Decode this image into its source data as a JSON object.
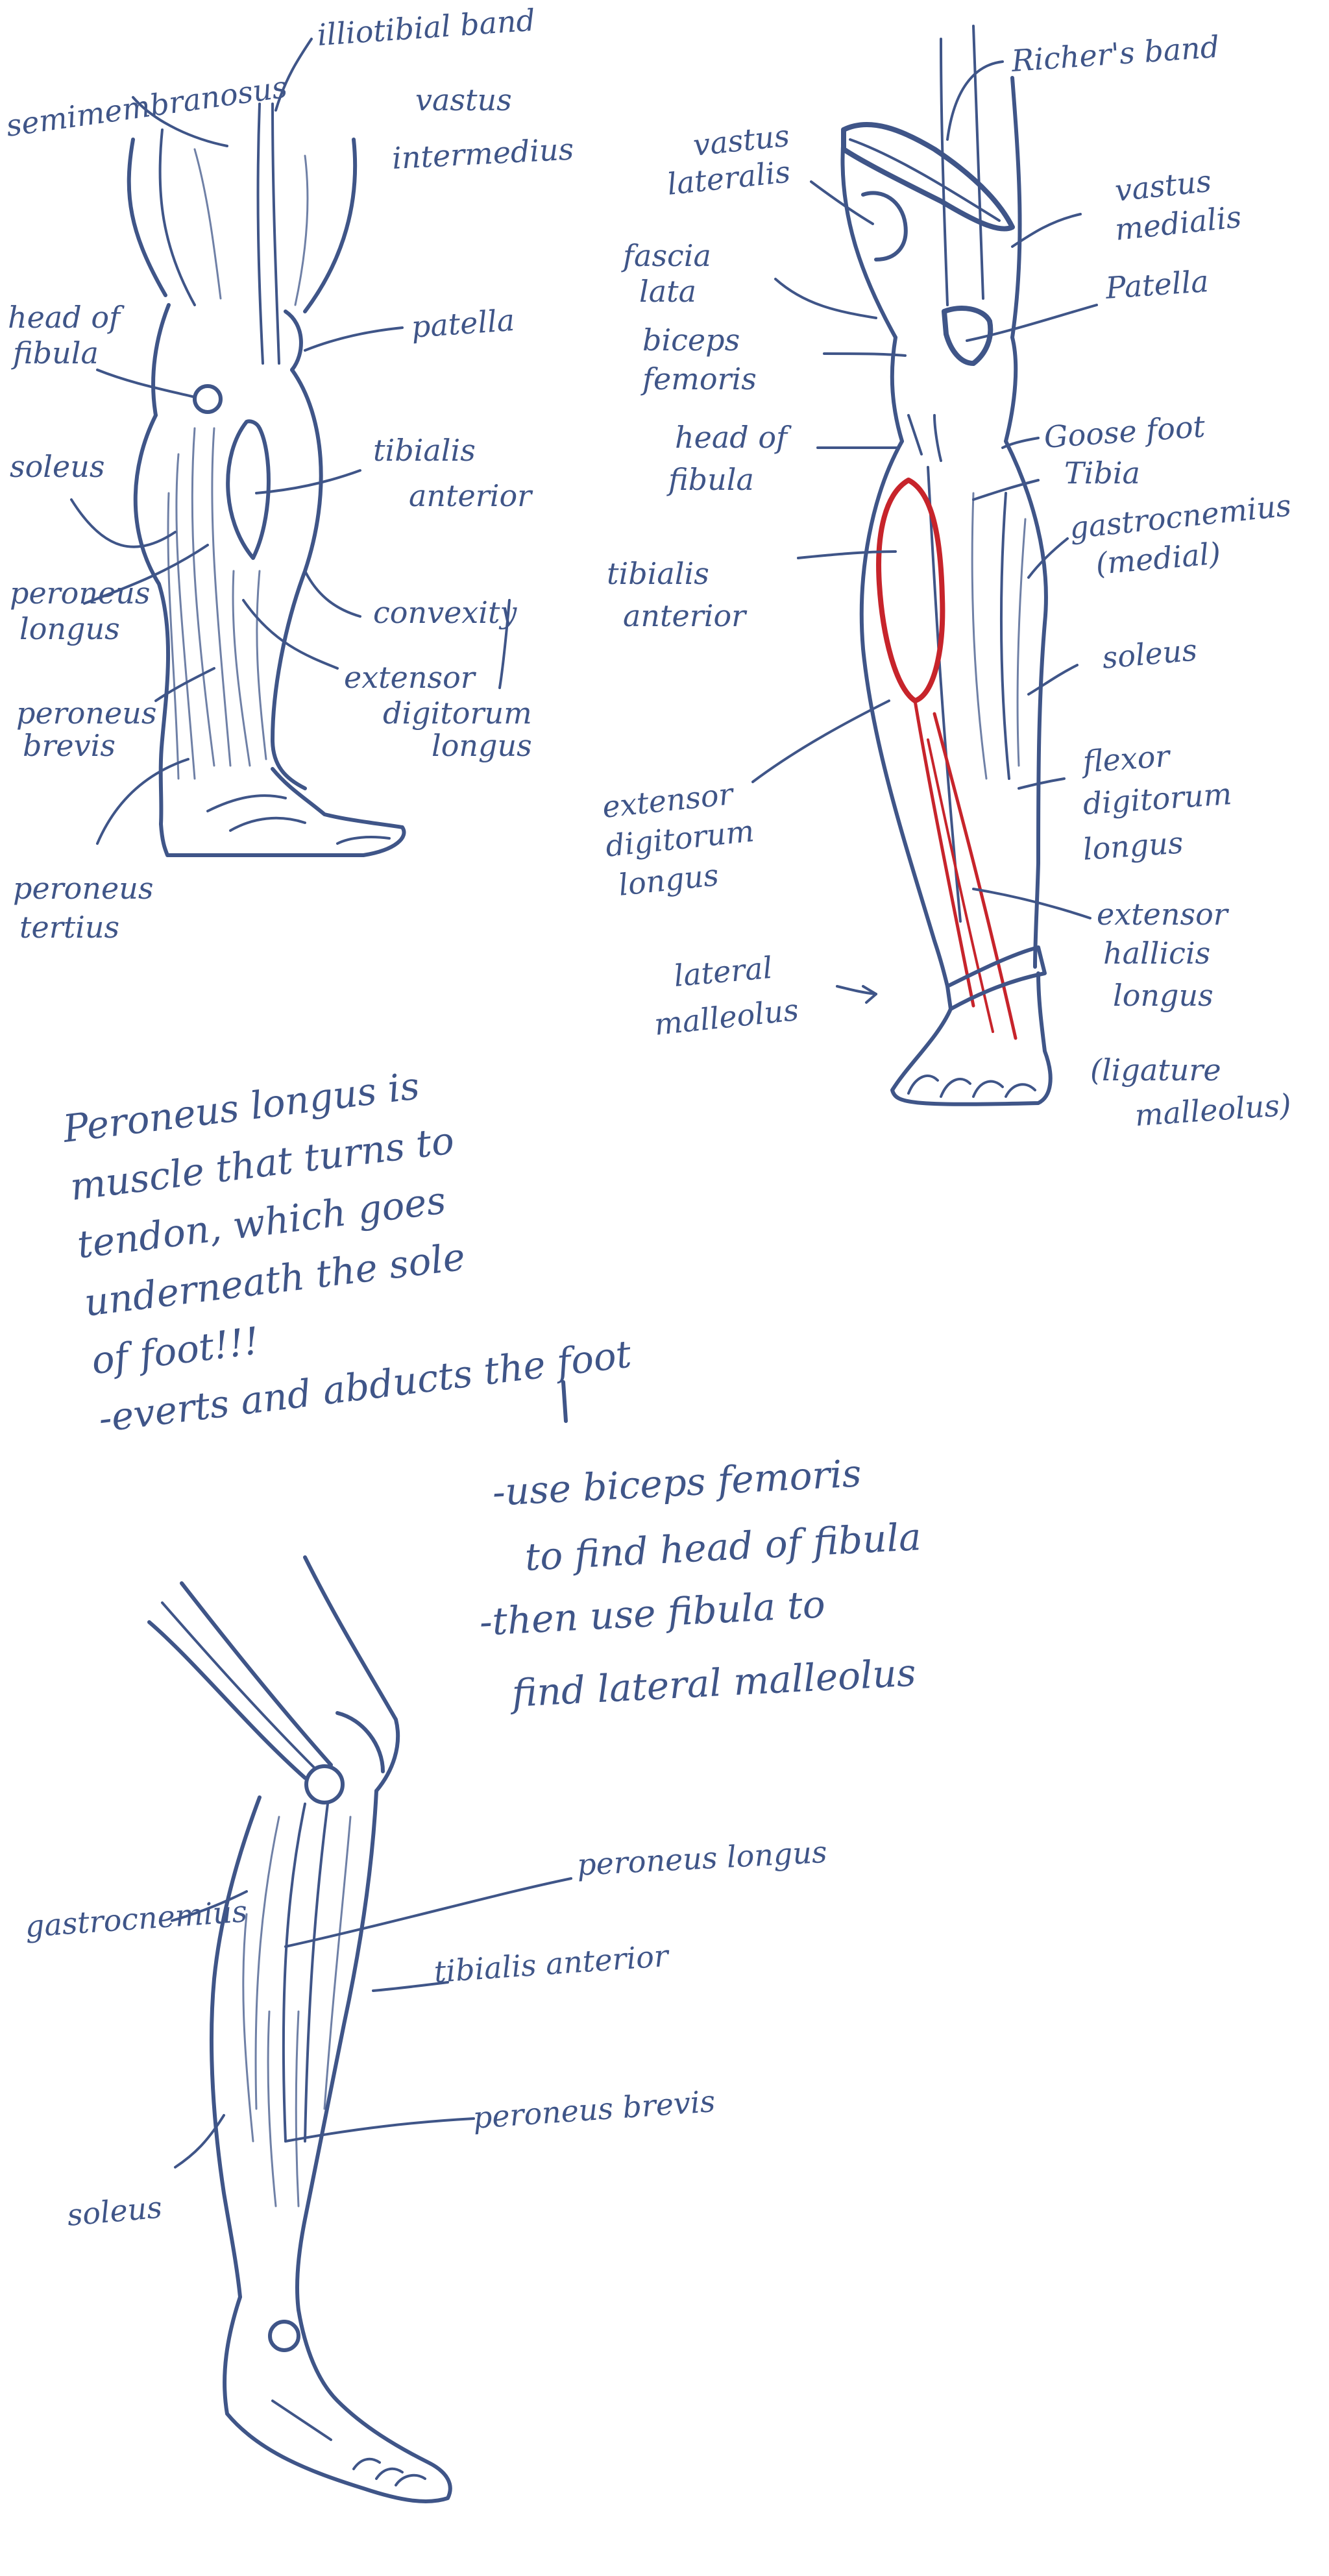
{
  "colors": {
    "ink": "#3f5588",
    "highlight": "#c7242b",
    "paper": "#ffffff"
  },
  "front_view": {
    "labels": {
      "semimembranosus": "semimembranosus",
      "iliotibial_band": "illiotibial band",
      "vastus_intermedius_1": "vastus",
      "vastus_intermedius_2": "intermedius",
      "head_of_fibula_1": "head of",
      "head_of_fibula_2": "fibula",
      "patella": "patella",
      "soleus": "soleus",
      "tibialis_anterior_1": "tibialis",
      "tibialis_anterior_2": "anterior",
      "peroneus_longus_1": "peroneus",
      "peroneus_longus_2": "longus",
      "convexity": "convexity",
      "extensor_digitorum_1": "extensor",
      "extensor_digitorum_2": "digitorum",
      "extensor_digitorum_3": "longus",
      "peroneus_brevis_1": "peroneus",
      "peroneus_brevis_2": "brevis",
      "peroneus_tertius_1": "peroneus",
      "peroneus_tertius_2": "tertius"
    }
  },
  "side_view": {
    "labels": {
      "richers_band": "Richer's band",
      "vastus_lateralis_1": "vastus",
      "vastus_lateralis_2": "lateralis",
      "vastus_medialis_1": "vastus",
      "vastus_medialis_2": "medialis",
      "fascia_lata_1": "fascia",
      "fascia_lata_2": "lata",
      "patella": "Patella",
      "biceps_femoris_1": "biceps",
      "biceps_femoris_2": "femoris",
      "head_of_fibula_1": "head of",
      "head_of_fibula_2": "fibula",
      "goose_foot": "Goose foot",
      "tibia": "Tibia",
      "gastrocnemius_1": "gastrocnemius",
      "gastrocnemius_2": "(medial)",
      "tibialis_anterior_1": "tibialis",
      "tibialis_anterior_2": "anterior",
      "soleus": "soleus",
      "extensor_digitorum_1": "extensor",
      "extensor_digitorum_2": "digitorum",
      "extensor_digitorum_3": "longus",
      "flexor_digitorum_1": "flexor",
      "flexor_digitorum_2": "digitorum",
      "flexor_digitorum_3": "longus",
      "extensor_hallucis_1": "extensor",
      "extensor_hallucis_2": "hallicis",
      "extensor_hallucis_3": "longus",
      "ligature_1": "(ligature",
      "ligature_2": "malleolus)",
      "lateral_malleolus_1": "lateral",
      "lateral_malleolus_2": "malleolus"
    }
  },
  "notes": {
    "peroneus_note": [
      "Peroneus longus is",
      "muscle that turns to",
      "tendon, which goes",
      "underneath the sole",
      "of foot!!!",
      "-everts and abducts the foot"
    ],
    "landmark_note": [
      "-use biceps femoris",
      "to find head of fibula",
      "-then use fibula to",
      "find lateral malleolus"
    ]
  },
  "bottom_view": {
    "labels": {
      "peroneus_longus": "peroneus longus",
      "gastrocnemius": "gastrocnemius",
      "tibialis_anterior": "tibialis anterior",
      "peroneus_brevis": "peroneus brevis",
      "soleus": "soleus"
    }
  }
}
